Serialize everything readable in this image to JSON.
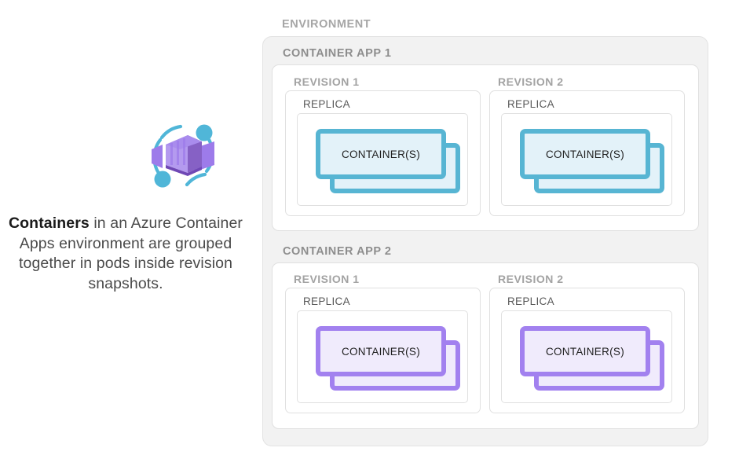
{
  "caption": {
    "bold": "Containers",
    "rest": " in an Azure Container Apps environment are grouped together in pods inside revision snapshots."
  },
  "logo": {
    "name": "azure-container-apps-logo",
    "box_colors": [
      "#8661c5",
      "#9d7bea",
      "#b49aef",
      "#7a52c0"
    ],
    "ring_color": "#50b6d8"
  },
  "environment": {
    "label": "ENVIRONMENT",
    "apps": [
      {
        "label": "CONTAINER APP 1",
        "accent": "#57b5d3",
        "fill": "#e3f2f9",
        "revisions": [
          {
            "label": "REVISION 1",
            "replica": {
              "label": "REPLICA",
              "container_label": "CONTAINER(S)"
            }
          },
          {
            "label": "REVISION 2",
            "replica": {
              "label": "REPLICA",
              "container_label": "CONTAINER(S)"
            }
          }
        ]
      },
      {
        "label": "CONTAINER APP 2",
        "accent": "#a281ef",
        "fill": "#f0ebfc",
        "revisions": [
          {
            "label": "REVISION 1",
            "replica": {
              "label": "REPLICA",
              "container_label": "CONTAINER(S)"
            }
          },
          {
            "label": "REVISION 2",
            "replica": {
              "label": "REPLICA",
              "container_label": "CONTAINER(S)"
            }
          }
        ]
      }
    ]
  }
}
